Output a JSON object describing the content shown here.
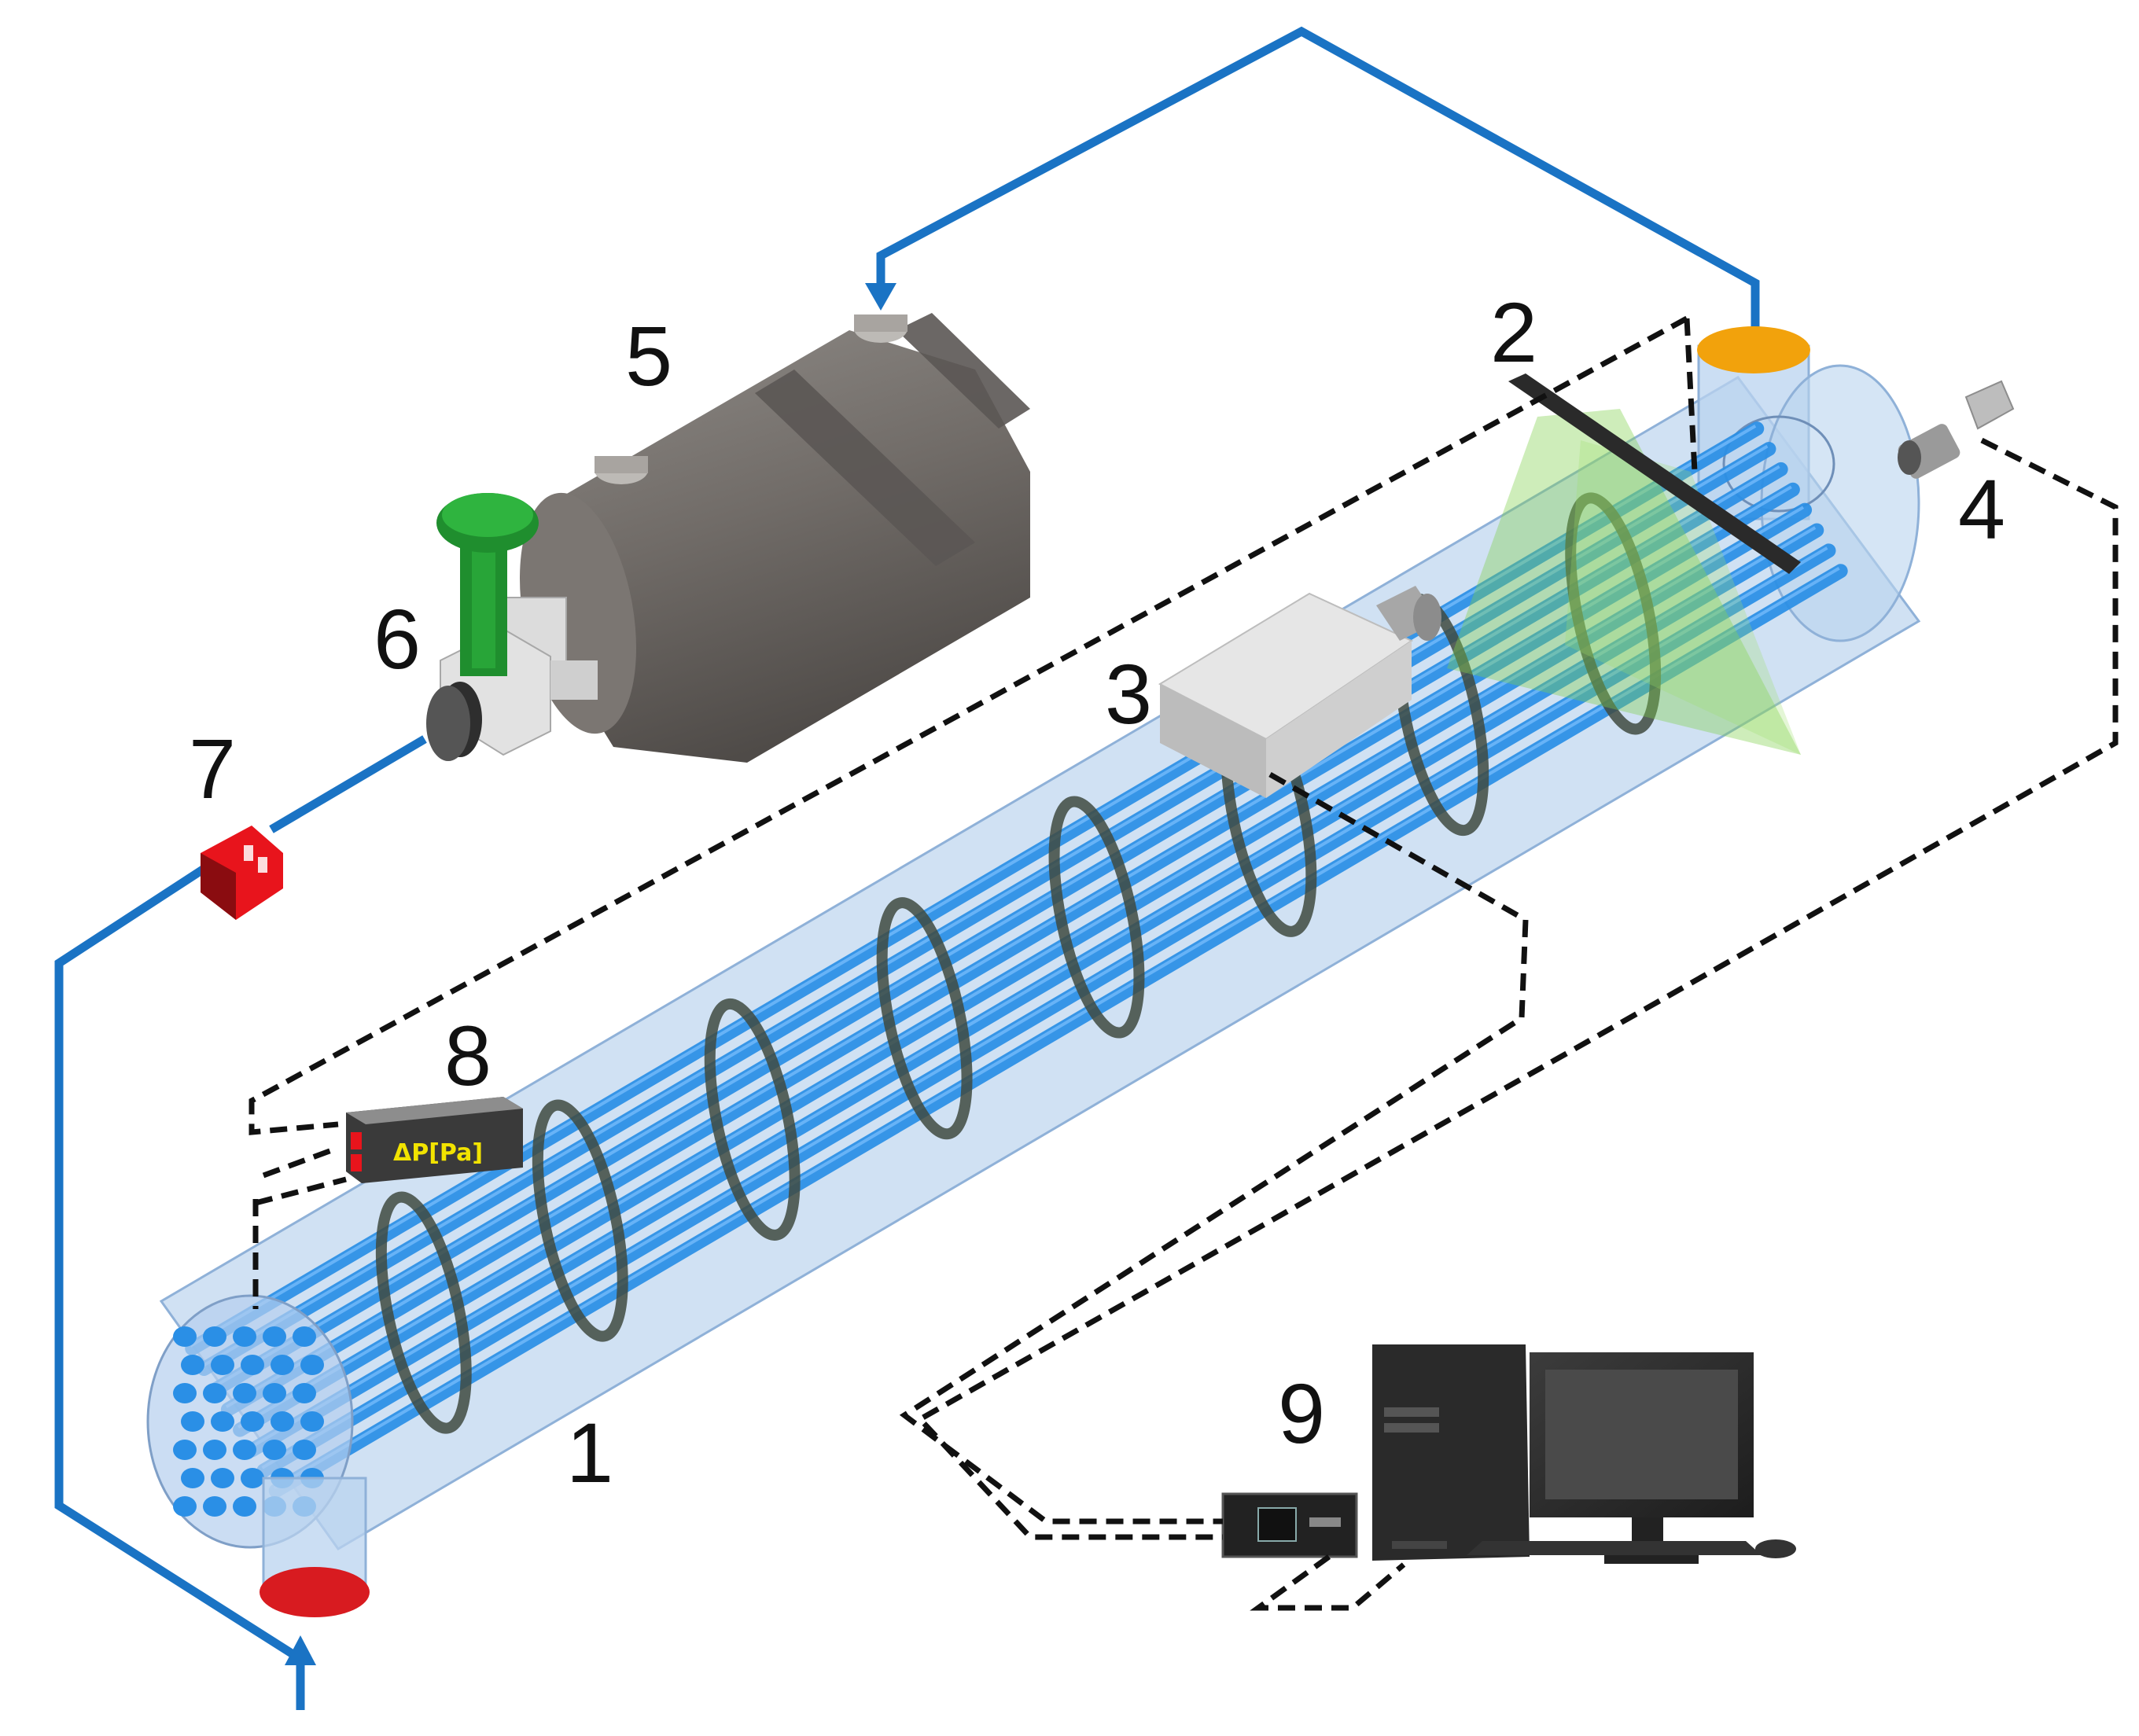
{
  "labels": {
    "heat_exchanger": "1",
    "laser_sheet": "2",
    "high_speed_camera": "3",
    "camera": "4",
    "tank": "5",
    "pump": "6",
    "flow_meter": "7",
    "pressure_sensor": "8",
    "acquisition_system": "9"
  },
  "sensor_display": "ΔP[Pa]",
  "colors": {
    "flow_pipe": "#1a73c4",
    "tubes": "#2a8fe6",
    "baffle": "#3f4a3f",
    "shell": "#a9c8ea",
    "laser": "#7fd04a",
    "outlet_cap": "#f2a20c",
    "inlet_cap": "#d81b20",
    "flow_meter": "#e8141c",
    "valve_handle": "#1f8e2e",
    "tank": "#6f6a66"
  }
}
